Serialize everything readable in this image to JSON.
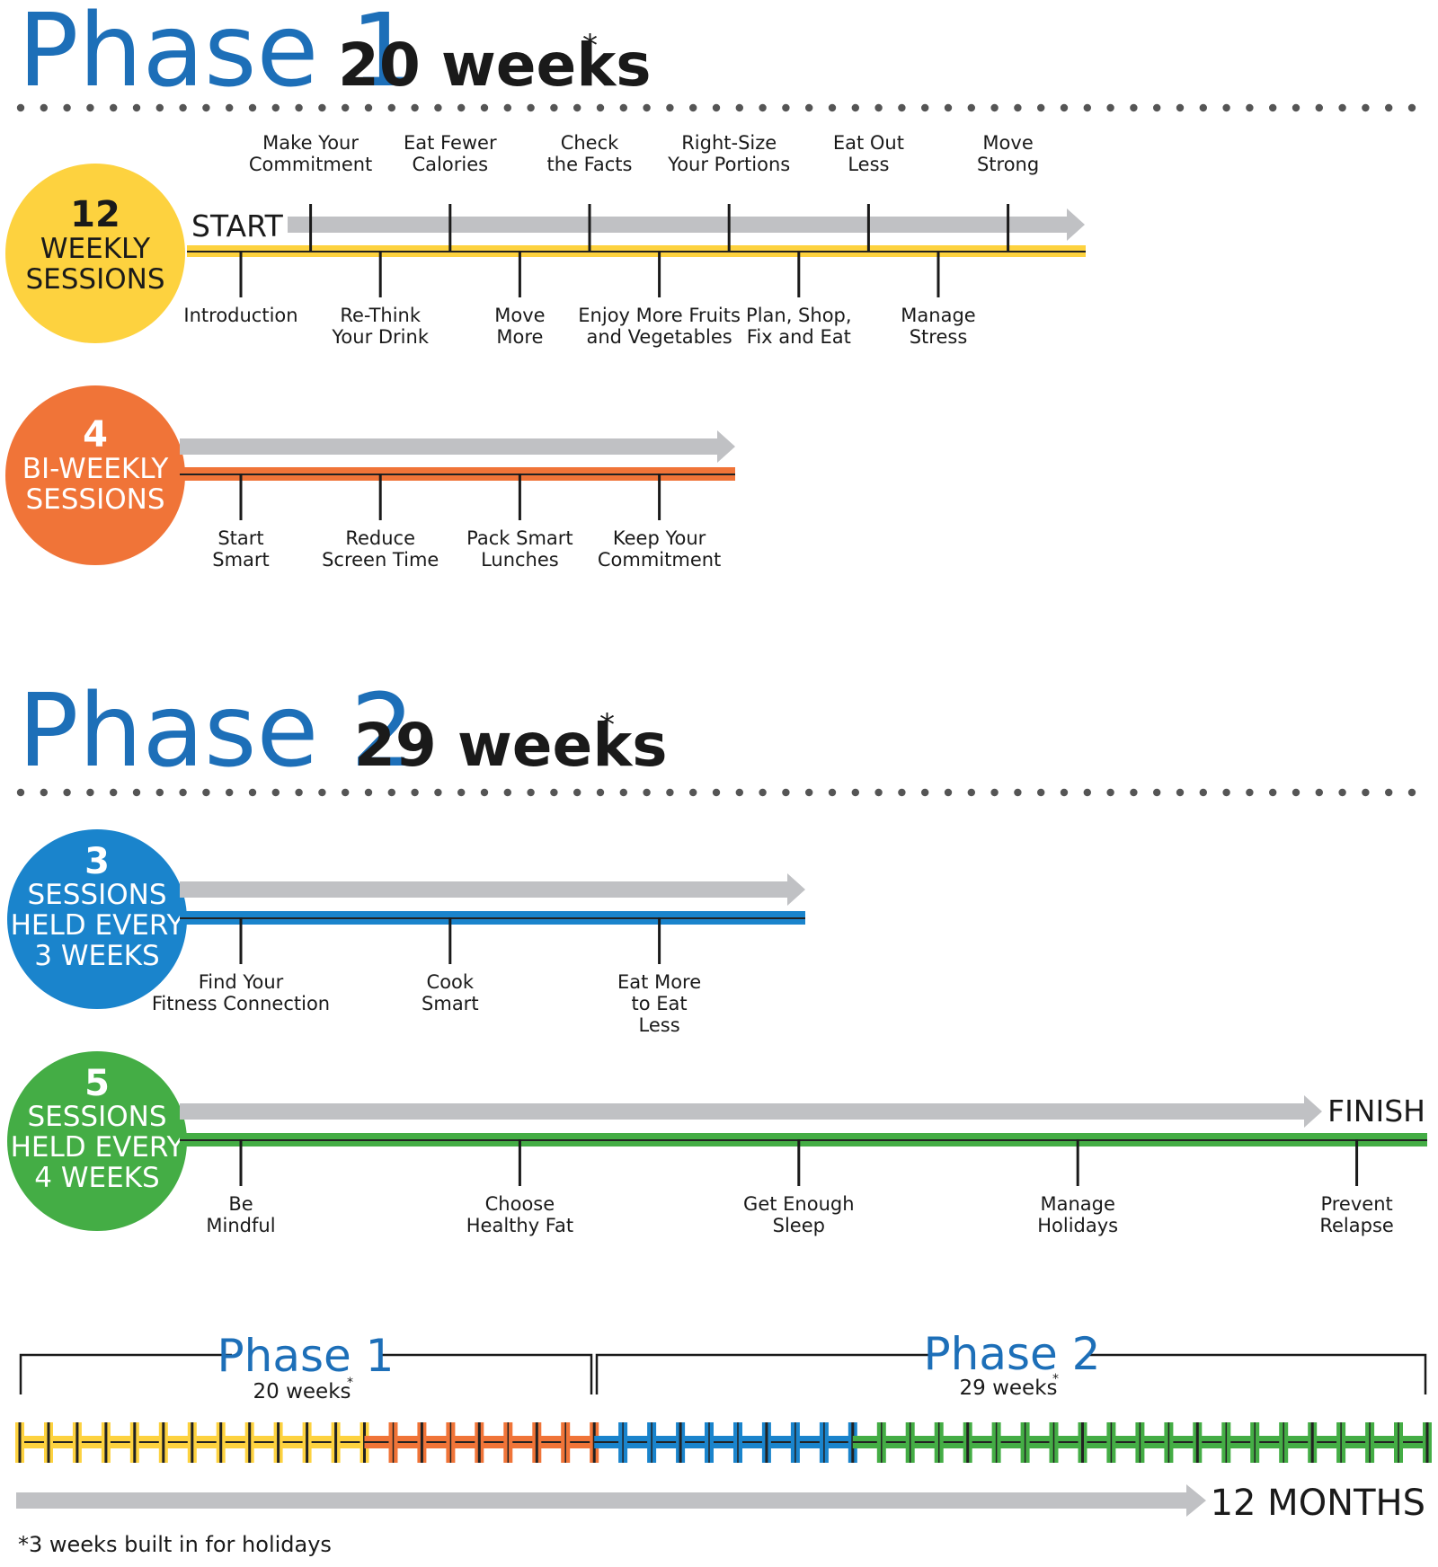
{
  "colors": {
    "blue_title": "#1d6fb8",
    "yellow": "#fdd23f",
    "orange": "#f07438",
    "blue": "#1a84cc",
    "green": "#44ad45",
    "gray_arrow": "#c0c1c4",
    "dots": "#555555"
  },
  "phase1": {
    "title": "Phase 1",
    "weeks": "20 weeks",
    "asterisk": "*"
  },
  "phase2": {
    "title": "Phase 2",
    "weeks": "29 weeks",
    "asterisk": "*"
  },
  "tracks": [
    {
      "id": "weekly",
      "color_key": "yellow",
      "circle": {
        "number": "12",
        "lines": [
          "WEEKLY",
          "SESSIONS"
        ],
        "text_color": "#1a1a1a"
      },
      "start_label": "START",
      "sessions": [
        {
          "label": [
            "Introduction"
          ],
          "side": "below"
        },
        {
          "label": [
            "Make Your",
            "Commitment"
          ],
          "side": "above"
        },
        {
          "label": [
            "Re-Think",
            "Your Drink"
          ],
          "side": "below"
        },
        {
          "label": [
            "Eat Fewer",
            "Calories"
          ],
          "side": "above"
        },
        {
          "label": [
            "Move",
            "More"
          ],
          "side": "below"
        },
        {
          "label": [
            "Check",
            "the Facts"
          ],
          "side": "above"
        },
        {
          "label": [
            "Enjoy More Fruits",
            "and Vegetables"
          ],
          "side": "below"
        },
        {
          "label": [
            "Right-Size",
            "Your Portions"
          ],
          "side": "above"
        },
        {
          "label": [
            "Plan, Shop,",
            "Fix and Eat"
          ],
          "side": "below"
        },
        {
          "label": [
            "Eat Out",
            "Less"
          ],
          "side": "above"
        },
        {
          "label": [
            "Manage",
            "Stress"
          ],
          "side": "below"
        },
        {
          "label": [
            "Move",
            "Strong"
          ],
          "side": "above"
        }
      ]
    },
    {
      "id": "biweekly",
      "color_key": "orange",
      "circle": {
        "number": "4",
        "lines": [
          "BI-WEEKLY",
          "SESSIONS"
        ],
        "text_color": "#ffffff"
      },
      "sessions": [
        {
          "label": [
            "Start",
            "Smart"
          ],
          "side": "below"
        },
        {
          "label": [
            "Reduce",
            "Screen Time"
          ],
          "side": "below"
        },
        {
          "label": [
            "Pack Smart",
            "Lunches"
          ],
          "side": "below"
        },
        {
          "label": [
            "Keep Your",
            "Commitment"
          ],
          "side": "below"
        }
      ]
    },
    {
      "id": "every3",
      "color_key": "blue",
      "circle": {
        "number": "3",
        "lines": [
          "SESSIONS",
          "HELD EVERY",
          "3 WEEKS"
        ],
        "text_color": "#ffffff"
      },
      "sessions": [
        {
          "label": [
            "Find Your",
            "Fitness Connection"
          ],
          "side": "below"
        },
        {
          "label": [
            "Cook",
            "Smart"
          ],
          "side": "below"
        },
        {
          "label": [
            "Eat More",
            "to Eat",
            "Less"
          ],
          "side": "below"
        }
      ]
    },
    {
      "id": "every4",
      "color_key": "green",
      "circle": {
        "number": "5",
        "lines": [
          "SESSIONS",
          "HELD EVERY",
          "4 WEEKS"
        ],
        "text_color": "#ffffff"
      },
      "finish_label": "FINISH",
      "sessions": [
        {
          "label": [
            "Be",
            "Mindful"
          ],
          "side": "below"
        },
        {
          "label": [
            "Choose",
            "Healthy Fat"
          ],
          "side": "below"
        },
        {
          "label": [
            "Get Enough",
            "Sleep"
          ],
          "side": "below"
        },
        {
          "label": [
            "Manage",
            "Holidays"
          ],
          "side": "below"
        },
        {
          "label": [
            "Prevent",
            "Relapse"
          ],
          "side": "below"
        }
      ]
    }
  ],
  "summary": {
    "phase1": {
      "title": "Phase 1",
      "weeks": "20 weeks",
      "asterisk": "*"
    },
    "phase2": {
      "title": "Phase 2",
      "weeks": "29 weeks",
      "asterisk": "*"
    },
    "segments": [
      {
        "color_key": "yellow",
        "weeks": 12
      },
      {
        "color_key": "orange",
        "weeks": 8
      },
      {
        "color_key": "blue",
        "weeks": 9
      },
      {
        "color_key": "green",
        "weeks": 20
      }
    ],
    "duration_label": "12 MONTHS"
  },
  "footnote": "*3 weeks built in for holidays"
}
